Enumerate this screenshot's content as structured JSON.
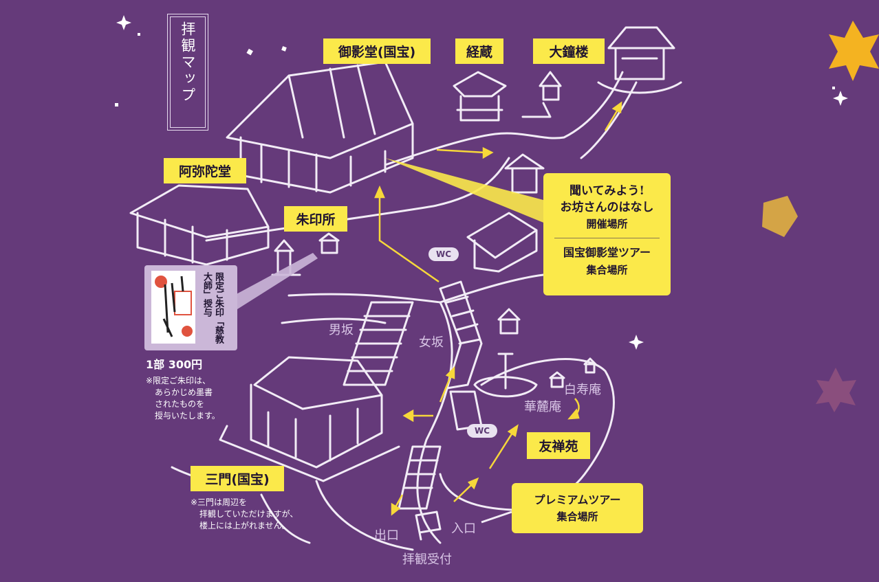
{
  "title": "拝観マップ",
  "buildings": {
    "goeido": "御影堂(国宝)",
    "kyozo": "経蔵",
    "daishoro": "大鐘楼",
    "amidado": "阿弥陀堂",
    "shuinsho": "朱印所",
    "sanmon": "三門(国宝)",
    "yuzenen": "友禅苑"
  },
  "path_labels": {
    "otokozaka": "男坂",
    "onnazaka": "女坂",
    "hakujuan": "白寿庵",
    "kareian": "華麓庵",
    "exit": "出口",
    "entrance": "入口",
    "reception": "拝観受付"
  },
  "wc": [
    "WC",
    "WC"
  ],
  "callout_talk": {
    "line1": "聞いてみよう!",
    "line2": "お坊さんのはなし",
    "line3": "開催場所",
    "line4": "国宝御影堂ツアー",
    "line5": "集合場所"
  },
  "callout_premium": {
    "line1": "プレミアムツアー",
    "line2": "集合場所"
  },
  "goshuin": {
    "vertical_text": "限定ご朱印「慈教大師」授与",
    "price": "1部 300円",
    "note_lines": [
      "※限定ご朱印は、",
      "あらかじめ墨書",
      "されたものを",
      "授与いたします。"
    ]
  },
  "sanmon_note": [
    "※三門は周辺を",
    "拝観していただけますが、",
    "楼上には上がれません。"
  ],
  "colors": {
    "background": "#653a7a",
    "label": "#fbe94a",
    "line": "#f2ecf6",
    "arrow": "#f7d83a"
  }
}
